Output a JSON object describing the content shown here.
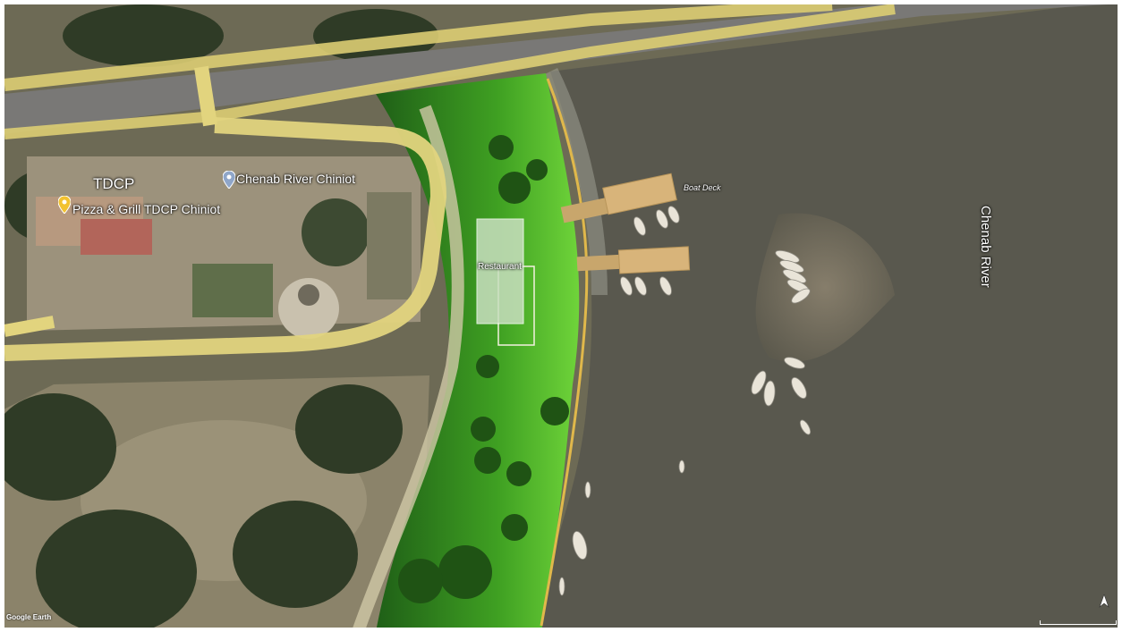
{
  "map": {
    "labels": {
      "tdcp": "TDCP",
      "chenab_river_chiniot": "Chenab River Chiniot",
      "pizza_grill": "Pizza & Grill TDCP Chiniot",
      "boat_deck": "Boat Deck",
      "restaurant": "Restaurant",
      "chenab_river": "Chenab River"
    },
    "attribution": "Google Earth",
    "icons": {
      "poi_pin": "map-pin-icon",
      "food_pin": "food-pin-icon",
      "compass": "north-arrow-icon"
    },
    "colors": {
      "water": "#59584e",
      "vegetation": "#2f7d1e",
      "bright_green": "#5bd22a",
      "road": "#d9cf78",
      "deck": "#d8b47a",
      "restaurant_overlay": "#c9dfc0"
    }
  }
}
